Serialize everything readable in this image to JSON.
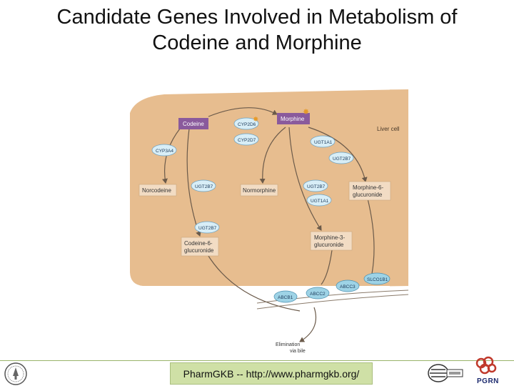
{
  "title": {
    "line1": "Candidate Genes Involved in Metabolism of",
    "line2": "Codeine and Morphine"
  },
  "diagram": {
    "cell_label": "Liver cell",
    "compounds": {
      "codeine": "Codeine",
      "morphine": "Morphine",
      "norcodeine": "Norcodeine",
      "normorphine": "Normorphine",
      "m6g_line1": "Morphine-6-",
      "m6g_line2": "glucuronide",
      "c6g_line1": "Codeine-6-",
      "c6g_line2": "glucuronide",
      "m3g_line1": "Morphine-3-",
      "m3g_line2": "glucuronide"
    },
    "enzymes": {
      "cyp2d6": "CYP2D6",
      "cyp2d7": "CYP2D7",
      "cyp3a4": "CYP3A4",
      "ugt1a1": "UGT1A1",
      "ugt2b7_a": "UGT2B7",
      "ugt2b7_b": "UGT2B7",
      "ugt2b7_c": "UGT2B7",
      "ugt2b7_d": "UGT2B7",
      "ugt1a1_b": "UGT1A1"
    },
    "transporters": {
      "abcb1": "ABCB1",
      "abcc2": "ABCC2",
      "abcc3": "ABCC3",
      "slco1b1": "SLCO1B1"
    },
    "elimination_line1": "Elimination",
    "elimination_line2": "via bile"
  },
  "footer": {
    "url_text": "PharmGKB -- http://www.pharmgkb.org/",
    "pgrn_label": "PGRN"
  },
  "colors": {
    "cell_fill": "#e7bd8f",
    "compound_purple": "#8a5a9c",
    "compound_beige": "#f2dcc4",
    "enzyme_blue": "#d8eef7",
    "footer_green": "#cfe0a6"
  }
}
